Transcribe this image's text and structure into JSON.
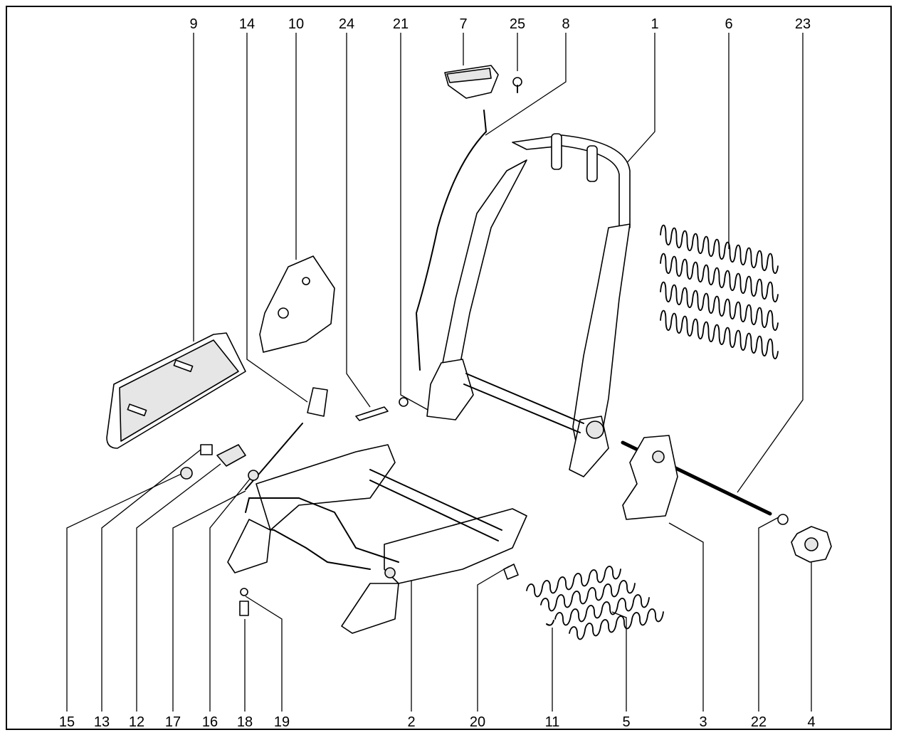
{
  "diagram": {
    "top_callouts": [
      "9",
      "14",
      "10",
      "24",
      "21",
      "7",
      "25",
      "8",
      "1",
      "6",
      "23"
    ],
    "bottom_callouts": [
      "15",
      "13",
      "12",
      "17",
      "16",
      "18",
      "19",
      "2",
      "20",
      "11",
      "5",
      "3",
      "22",
      "4"
    ]
  }
}
